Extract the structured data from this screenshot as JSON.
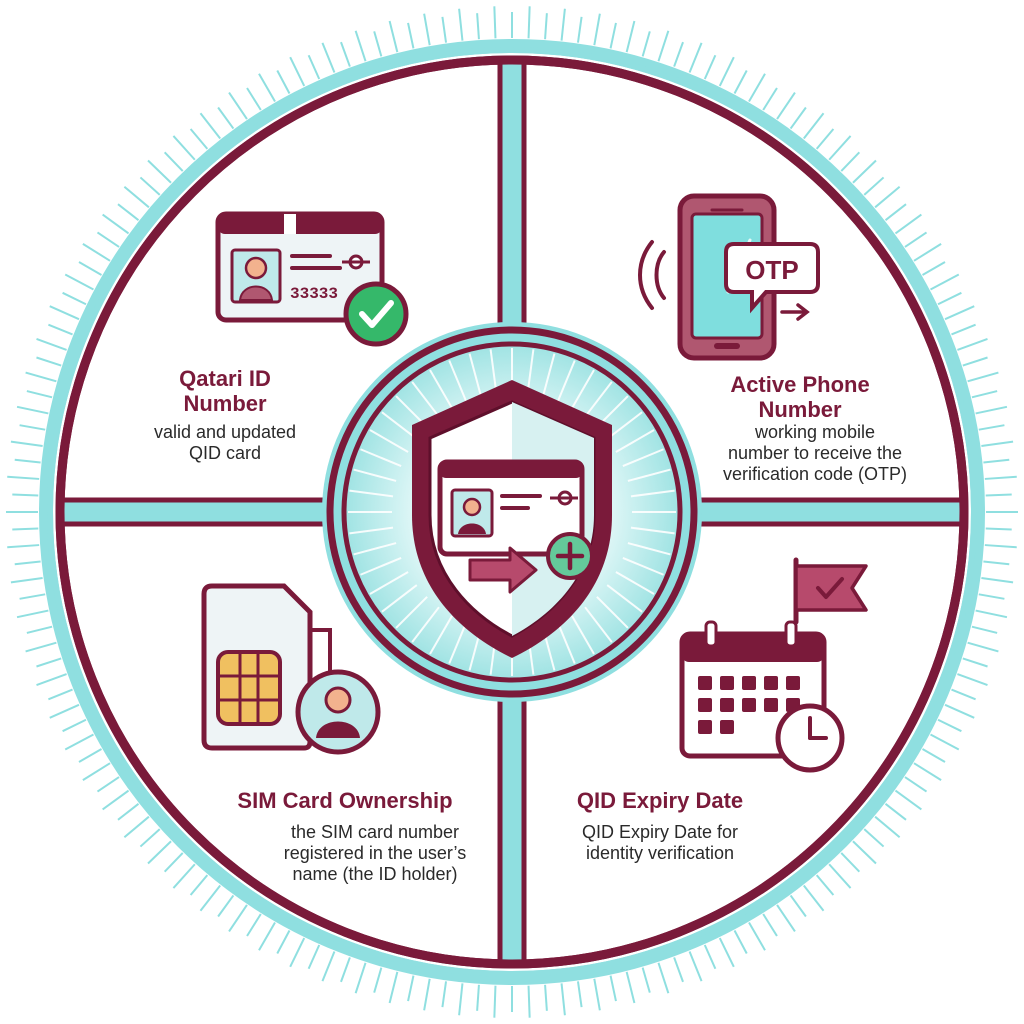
{
  "colors": {
    "maroon": "#7a1a3a",
    "teal": "#8fdfe0",
    "teal_light": "#d4f4f4",
    "green": "#35b86a",
    "skin": "#f2b28e",
    "sim_gold": "#f0c060",
    "card_fill": "#eef4f6"
  },
  "center": {
    "icon": "shield-id-card-add-icon"
  },
  "quadrants": {
    "qid_number": {
      "title_line1": "Qatari ID",
      "title_line2": "Number",
      "desc_line1": "valid and updated",
      "desc_line2": "QID card",
      "card_digits": "33333",
      "icon": "id-card-check-icon"
    },
    "phone": {
      "title_line1": "Active Phone",
      "title_line2": "Number",
      "desc_line1": "working mobile",
      "desc_line2": "number to receive the",
      "desc_line3": "verification code (OTP)",
      "otp_label": "OTP",
      "icon": "smartphone-otp-icon"
    },
    "sim": {
      "title": "SIM Card Ownership",
      "desc_line1": "the SIM card number",
      "desc_line2": "registered in the user’s",
      "desc_line3": "name (the ID holder)",
      "icon": "sim-card-user-icon"
    },
    "expiry": {
      "title": "QID Expiry Date",
      "desc_line1": "QID Expiry Date for",
      "desc_line2": "identity verification",
      "icon": "calendar-clock-flag-icon"
    }
  }
}
